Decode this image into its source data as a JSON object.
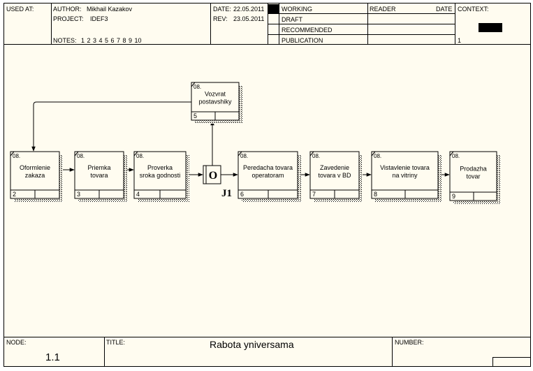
{
  "header": {
    "used_at_label": "USED AT:",
    "author_label": "AUTHOR:",
    "author": "Mikhail Kazakov",
    "project_label": "PROJECT:",
    "project": "IDEF3",
    "notes_label": "NOTES:",
    "notes_numbers": "1  2  3  4  5  6  7  8  9  10",
    "date_label": "DATE:",
    "date": "22.05.2011",
    "rev_label": "REV:",
    "rev": "23.05.2011",
    "status": [
      "WORKING",
      "DRAFT",
      "RECOMMENDED",
      "PUBLICATION"
    ],
    "reader_label": "READER",
    "reader_date_label": "DATE",
    "context_label": "CONTEXT:",
    "context_number": "1"
  },
  "footer": {
    "node_label": "NODE:",
    "node": "1.1",
    "title_label": "TITLE:",
    "title": "Rabota yniversama",
    "number_label": "NUMBER:"
  },
  "diagram": {
    "boxes": [
      {
        "id": "oformlenie",
        "tag": "08.",
        "lines": [
          "Oformlenie",
          "zakaza"
        ],
        "number": "2"
      },
      {
        "id": "priemka",
        "tag": "08.",
        "lines": [
          "Priemka",
          "tovara"
        ],
        "number": "3"
      },
      {
        "id": "proverka",
        "tag": "08.",
        "lines": [
          "Proverka",
          "sroka godnosti"
        ],
        "number": "4"
      },
      {
        "id": "vozvrat",
        "tag": "08.",
        "lines": [
          "Vozvrat",
          "postavshiky"
        ],
        "number": "5"
      },
      {
        "id": "peredacha",
        "tag": "08.",
        "lines": [
          "Peredacha tovara",
          "operatoram"
        ],
        "number": "6"
      },
      {
        "id": "zavedenie",
        "tag": "08.",
        "lines": [
          "Zavedenie",
          "tovara v BD"
        ],
        "number": "7"
      },
      {
        "id": "vistavlenie",
        "tag": "08.",
        "lines": [
          "Vistavlenie tovara",
          "na vitriny"
        ],
        "number": "8"
      },
      {
        "id": "prodazha",
        "tag": "08.",
        "lines": [
          "Prodazha",
          "tovar"
        ],
        "number": "9"
      }
    ],
    "junction": {
      "symbol": "O",
      "label": "J1"
    }
  },
  "colors": {
    "background": "#fffcf0",
    "line": "#000000"
  }
}
